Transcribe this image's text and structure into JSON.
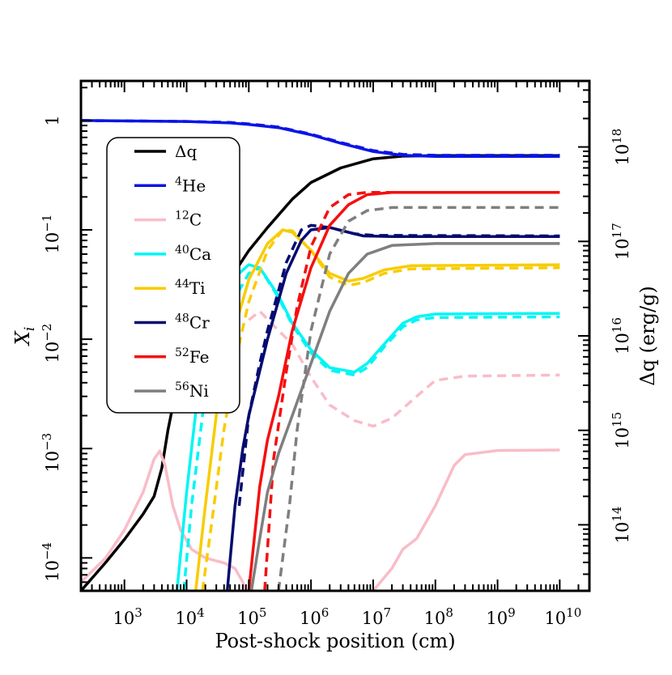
{
  "chart_data": {
    "type": "line",
    "xlabel": "Post-shock position (cm)",
    "ylabel": "X_i",
    "y2label": "Δq (erg/g)",
    "x_scale": "log",
    "y_scale": "log",
    "y2_scale": "log",
    "xlim": [
      200,
      30000000000
    ],
    "ylim": [
      5e-05,
      2.3
    ],
    "y2lim": [
      20000000000000,
      5000000000000000000
    ],
    "legend_position": "upper-left",
    "grid": false,
    "x_ticks": [
      {
        "value": 1000,
        "base": "10",
        "exp": "3"
      },
      {
        "value": 10000,
        "base": "10",
        "exp": "4"
      },
      {
        "value": 100000,
        "base": "10",
        "exp": "5"
      },
      {
        "value": 1000000,
        "base": "10",
        "exp": "6"
      },
      {
        "value": 10000000,
        "base": "10",
        "exp": "7"
      },
      {
        "value": 100000000,
        "base": "10",
        "exp": "8"
      },
      {
        "value": 1000000000,
        "base": "10",
        "exp": "9"
      },
      {
        "value": 10000000000,
        "base": "10",
        "exp": "10"
      }
    ],
    "y_ticks": [
      {
        "value": 1,
        "base": "1",
        "exp": ""
      },
      {
        "value": 0.1,
        "base": "10",
        "exp": "−1"
      },
      {
        "value": 0.01,
        "base": "10",
        "exp": "−2"
      },
      {
        "value": 0.001,
        "base": "10",
        "exp": "−3"
      },
      {
        "value": 0.0001,
        "base": "10",
        "exp": "−4"
      }
    ],
    "y2_ticks": [
      {
        "value": 1e+18,
        "base": "10",
        "exp": "18"
      },
      {
        "value": 1e+17,
        "base": "10",
        "exp": "17"
      },
      {
        "value": 1e+16,
        "base": "10",
        "exp": "16"
      },
      {
        "value": 1000000000000000.0,
        "base": "10",
        "exp": "15"
      },
      {
        "value": 100000000000000.0,
        "base": "10",
        "exp": "14"
      }
    ],
    "legend": [
      {
        "label": "Δq",
        "sup": "",
        "name": "q",
        "color": "#000000"
      },
      {
        "label": "He",
        "sup": "4",
        "name": "He",
        "color": "#0a14e6"
      },
      {
        "label": "C",
        "sup": "12",
        "name": "C",
        "color": "#f9bcc8"
      },
      {
        "label": "Ca",
        "sup": "40",
        "name": "Ca",
        "color": "#00f5f5"
      },
      {
        "label": "Ti",
        "sup": "44",
        "name": "Ti",
        "color": "#f8cc00"
      },
      {
        "label": "Cr",
        "sup": "48",
        "name": "Cr",
        "color": "#050a70"
      },
      {
        "label": "Fe",
        "sup": "52",
        "name": "Fe",
        "color": "#f50f0f"
      },
      {
        "label": "Ni",
        "sup": "56",
        "name": "Ni",
        "color": "#7f7f7f"
      }
    ],
    "series": [
      {
        "name": "q",
        "color": "#000000",
        "style": "solid",
        "axis": "right",
        "points": [
          [
            200,
            20000000000000.0
          ],
          [
            500,
            40000000000000.0
          ],
          [
            1000,
            70000000000000.0
          ],
          [
            2000,
            130000000000000.0
          ],
          [
            3000,
            200000000000000.0
          ],
          [
            4000,
            400000000000000.0
          ],
          [
            5000,
            1000000000000000.0
          ],
          [
            7000,
            3000000000000000.0
          ],
          [
            10000,
            6000000000000000.0
          ],
          [
            20000,
            1.6e+16
          ],
          [
            50000,
            4e+16
          ],
          [
            100000,
            8e+16
          ],
          [
            200000,
            1.4e+17
          ],
          [
            500000,
            2.8e+17
          ],
          [
            1000000,
            4.2e+17
          ],
          [
            3000000,
            6e+17
          ],
          [
            10000000,
            7.5e+17
          ],
          [
            30000000,
            8e+17
          ],
          [
            100000000,
            8.1e+17
          ],
          [
            10000000000,
            8.1e+17
          ]
        ]
      },
      {
        "name": "He",
        "color": "#0a14e6",
        "style": "solid",
        "axis": "left",
        "points": [
          [
            200,
            1
          ],
          [
            10000,
            0.98
          ],
          [
            50000,
            0.95
          ],
          [
            100000,
            0.92
          ],
          [
            300000,
            0.86
          ],
          [
            1000000,
            0.74
          ],
          [
            3000000,
            0.62
          ],
          [
            10000000,
            0.52
          ],
          [
            30000000,
            0.48
          ],
          [
            100000000,
            0.47
          ],
          [
            10000000000,
            0.47
          ]
        ]
      },
      {
        "name": "He",
        "color": "#0a14e6",
        "style": "dashed",
        "axis": "left",
        "points": [
          [
            200,
            1
          ],
          [
            10000,
            0.98
          ],
          [
            50000,
            0.96
          ],
          [
            100000,
            0.93
          ],
          [
            300000,
            0.87
          ],
          [
            1000000,
            0.75
          ],
          [
            3000000,
            0.63
          ],
          [
            10000000,
            0.53
          ],
          [
            30000000,
            0.49
          ],
          [
            100000000,
            0.48
          ],
          [
            10000000000,
            0.48
          ]
        ]
      },
      {
        "name": "C",
        "color": "#f9bcc8",
        "style": "solid",
        "axis": "left",
        "points": [
          [
            200,
            6e-05
          ],
          [
            500,
            0.0001
          ],
          [
            1000,
            0.00018
          ],
          [
            2000,
            0.0004
          ],
          [
            3000,
            0.0008
          ],
          [
            3700,
            0.00095
          ],
          [
            4500,
            0.0007
          ],
          [
            6000,
            0.0003
          ],
          [
            8000,
            0.00018
          ],
          [
            12000,
            0.00012
          ],
          [
            20000,
            0.0001
          ],
          [
            40000,
            9e-05
          ],
          [
            60000,
            8e-05
          ],
          [
            80000,
            6e-05
          ],
          [
            100000,
            4e-05
          ],
          [
            200000,
            2e-05
          ],
          [
            1000000,
            1e-05
          ],
          [
            10000000,
            5e-05
          ],
          [
            20000000,
            8e-05
          ],
          [
            30000000,
            0.00012
          ],
          [
            50000000,
            0.00015
          ],
          [
            100000000,
            0.0003
          ],
          [
            200000000,
            0.0007
          ],
          [
            300000000,
            0.00088
          ],
          [
            1000000000,
            0.00096
          ],
          [
            10000000000,
            0.00097
          ]
        ]
      },
      {
        "name": "C",
        "color": "#f9bcc8",
        "style": "dashed",
        "axis": "left",
        "points": [
          [
            100000,
            0.015
          ],
          [
            150000,
            0.018
          ],
          [
            300000,
            0.012
          ],
          [
            500000,
            0.009
          ],
          [
            1000000,
            0.0045
          ],
          [
            2000000,
            0.0025
          ],
          [
            5000000,
            0.0018
          ],
          [
            10000000,
            0.0016
          ],
          [
            20000000,
            0.0019
          ],
          [
            50000000,
            0.003
          ],
          [
            100000000,
            0.0042
          ],
          [
            300000000,
            0.0046
          ],
          [
            10000000000,
            0.0047
          ]
        ]
      },
      {
        "name": "Ca",
        "color": "#00f5f5",
        "style": "solid",
        "axis": "left",
        "points": [
          [
            7000,
            5e-05
          ],
          [
            10000,
            0.0004
          ],
          [
            15000,
            0.003
          ],
          [
            20000,
            0.01
          ],
          [
            40000,
            0.03
          ],
          [
            100000,
            0.048
          ],
          [
            150000,
            0.045
          ],
          [
            300000,
            0.025
          ],
          [
            500000,
            0.014
          ],
          [
            1000000,
            0.008
          ],
          [
            2000000,
            0.0055
          ],
          [
            5000000,
            0.005
          ],
          [
            8000000,
            0.006
          ],
          [
            15000000,
            0.009
          ],
          [
            30000000,
            0.014
          ],
          [
            50000000,
            0.016
          ],
          [
            100000000,
            0.017
          ],
          [
            10000000000,
            0.0172
          ]
        ]
      },
      {
        "name": "Ca",
        "color": "#00f5f5",
        "style": "dashed",
        "axis": "left",
        "points": [
          [
            9000,
            5e-05
          ],
          [
            12000,
            0.0003
          ],
          [
            18000,
            0.002
          ],
          [
            25000,
            0.006
          ],
          [
            50000,
            0.02
          ],
          [
            100000,
            0.04
          ],
          [
            150000,
            0.045
          ],
          [
            300000,
            0.024
          ],
          [
            500000,
            0.0135
          ],
          [
            1000000,
            0.0075
          ],
          [
            2000000,
            0.0052
          ],
          [
            5000000,
            0.0047
          ],
          [
            8000000,
            0.0055
          ],
          [
            15000000,
            0.0085
          ],
          [
            30000000,
            0.013
          ],
          [
            50000000,
            0.015
          ],
          [
            100000000,
            0.0158
          ],
          [
            10000000000,
            0.016
          ]
        ]
      },
      {
        "name": "Ti",
        "color": "#f8cc00",
        "style": "solid",
        "axis": "left",
        "points": [
          [
            14000,
            5e-05
          ],
          [
            20000,
            0.0003
          ],
          [
            30000,
            0.002
          ],
          [
            50000,
            0.009
          ],
          [
            100000,
            0.035
          ],
          [
            200000,
            0.075
          ],
          [
            350000,
            0.1
          ],
          [
            500000,
            0.095
          ],
          [
            1000000,
            0.065
          ],
          [
            2000000,
            0.04
          ],
          [
            4000000,
            0.034
          ],
          [
            7000000,
            0.036
          ],
          [
            15000000,
            0.043
          ],
          [
            40000000,
            0.047
          ],
          [
            10000000000,
            0.048
          ]
        ]
      },
      {
        "name": "Ti",
        "color": "#f8cc00",
        "style": "dashed",
        "axis": "left",
        "points": [
          [
            18000,
            5e-05
          ],
          [
            25000,
            0.0002
          ],
          [
            40000,
            0.0015
          ],
          [
            70000,
            0.009
          ],
          [
            100000,
            0.022
          ],
          [
            200000,
            0.065
          ],
          [
            350000,
            0.1
          ],
          [
            500000,
            0.098
          ],
          [
            1000000,
            0.065
          ],
          [
            2000000,
            0.037
          ],
          [
            4000000,
            0.031
          ],
          [
            7000000,
            0.033
          ],
          [
            15000000,
            0.04
          ],
          [
            40000000,
            0.044
          ],
          [
            10000000000,
            0.045
          ]
        ]
      },
      {
        "name": "Cr",
        "color": "#050a70",
        "style": "solid",
        "axis": "left",
        "points": [
          [
            45000,
            5e-05
          ],
          [
            60000,
            0.0003
          ],
          [
            80000,
            0.001
          ],
          [
            100000,
            0.002
          ],
          [
            200000,
            0.01
          ],
          [
            400000,
            0.04
          ],
          [
            700000,
            0.08
          ],
          [
            1000000,
            0.1
          ],
          [
            2000000,
            0.105
          ],
          [
            4000000,
            0.095
          ],
          [
            7000000,
            0.088
          ],
          [
            20000000,
            0.087
          ],
          [
            10000000000,
            0.087
          ]
        ]
      },
      {
        "name": "Cr",
        "color": "#050a70",
        "style": "dashed",
        "axis": "left",
        "points": [
          [
            70000,
            0.0003
          ],
          [
            100000,
            0.002
          ],
          [
            150000,
            0.006
          ],
          [
            200000,
            0.012
          ],
          [
            400000,
            0.05
          ],
          [
            700000,
            0.1
          ],
          [
            1000000,
            0.11
          ],
          [
            2000000,
            0.105
          ],
          [
            5000000,
            0.092
          ],
          [
            10000000,
            0.089
          ],
          [
            10000000000,
            0.088
          ]
        ]
      },
      {
        "name": "Fe",
        "color": "#f50f0f",
        "style": "solid",
        "axis": "left",
        "points": [
          [
            100000,
            5e-05
          ],
          [
            150000,
            0.00045
          ],
          [
            200000,
            0.0012
          ],
          [
            300000,
            0.003
          ],
          [
            500000,
            0.012
          ],
          [
            1000000,
            0.045
          ],
          [
            2000000,
            0.11
          ],
          [
            4000000,
            0.17
          ],
          [
            8000000,
            0.21
          ],
          [
            20000000,
            0.22
          ],
          [
            10000000000,
            0.22
          ]
        ]
      },
      {
        "name": "Fe",
        "color": "#f50f0f",
        "style": "dashed",
        "axis": "left",
        "points": [
          [
            180000,
            5e-05
          ],
          [
            250000,
            0.0008
          ],
          [
            400000,
            0.005
          ],
          [
            600000,
            0.02
          ],
          [
            1000000,
            0.07
          ],
          [
            2000000,
            0.16
          ],
          [
            4000000,
            0.21
          ],
          [
            8000000,
            0.22
          ],
          [
            10000000000,
            0.22
          ]
        ]
      },
      {
        "name": "Ni",
        "color": "#7f7f7f",
        "style": "solid",
        "axis": "left",
        "points": [
          [
            110000,
            5e-05
          ],
          [
            150000,
            0.00015
          ],
          [
            200000,
            0.0004
          ],
          [
            300000,
            0.0009
          ],
          [
            500000,
            0.002
          ],
          [
            1000000,
            0.006
          ],
          [
            2000000,
            0.018
          ],
          [
            4000000,
            0.04
          ],
          [
            8000000,
            0.06
          ],
          [
            20000000,
            0.072
          ],
          [
            100000000,
            0.075
          ],
          [
            10000000000,
            0.075
          ]
        ]
      },
      {
        "name": "Ni",
        "color": "#7f7f7f",
        "style": "dashed",
        "axis": "left",
        "points": [
          [
            300000,
            5e-05
          ],
          [
            450000,
            0.0003
          ],
          [
            600000,
            0.0015
          ],
          [
            1000000,
            0.012
          ],
          [
            2000000,
            0.06
          ],
          [
            4000000,
            0.12
          ],
          [
            8000000,
            0.15
          ],
          [
            20000000,
            0.16
          ],
          [
            10000000000,
            0.16
          ]
        ]
      }
    ]
  }
}
